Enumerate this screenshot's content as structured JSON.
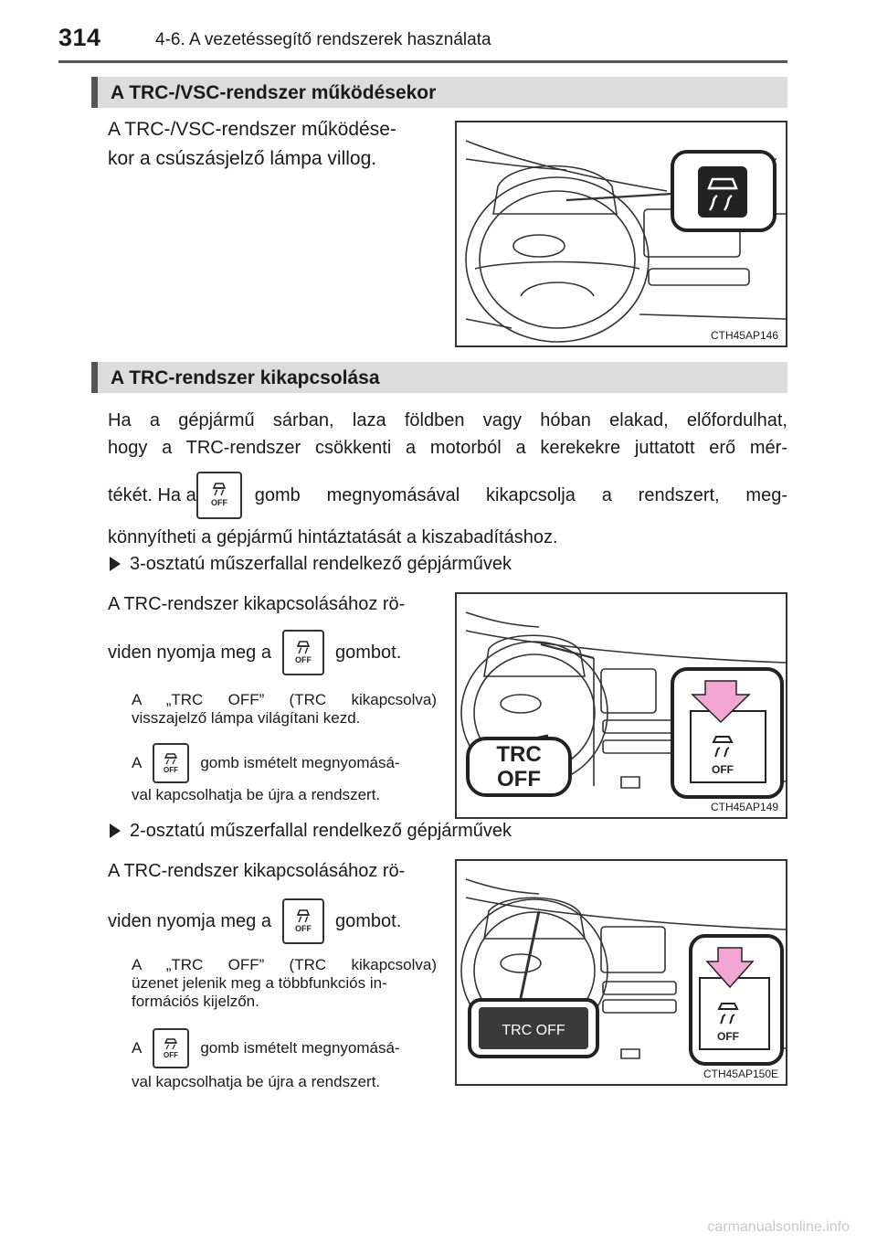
{
  "header": {
    "page_number": "314",
    "title": "4-6. A vezetéssegítő rendszerek használata"
  },
  "section1": {
    "heading": "A TRC-/VSC-rendszer működésekor",
    "text_line1": "A TRC-/VSC-rendszer működése-",
    "text_line2": "kor a csúszásjelző lámpa villog.",
    "figure_code": "CTH45AP146"
  },
  "section2": {
    "heading": "A TRC-rendszer kikapcsolása",
    "para_line1": "Ha a gépjármű sárban, laza földben vagy hóban elakad, előfordulhat,",
    "para_line2": "hogy a TRC-rendszer csökkenti a motorból a kerekekre juttatott erő mér-",
    "para_line3_a": "tékét. Ha a",
    "para_line3_b": "gomb megnyomásával kikapcsolja a rendszert, meg-",
    "para_line4": "könnyítheti a gépjármű hintáztatását a kiszabadításhoz.",
    "button_label": "OFF",
    "sub1": {
      "bullet": "3-osztatú műszerfallal rendelkező gépjárművek",
      "line1": "A TRC-rendszer kikapcsolásához rö-",
      "line2_a": "viden nyomja meg a",
      "line2_b": "gombot.",
      "note1_line1": "A „TRC OFF” (TRC kikapcsolva)",
      "note1_line2": "visszajelző lámpa világítani kezd.",
      "note2_a": "A",
      "note2_b": "gomb ismételt megnyomásá-",
      "note2_line2": "val kapcsolhatja be újra a rendszert.",
      "callout_line1": "TRC",
      "callout_line2": "OFF",
      "figure_code": "CTH45AP149"
    },
    "sub2": {
      "bullet": "2-osztatú műszerfallal rendelkező gépjárművek",
      "line1": "A TRC-rendszer kikapcsolásához rö-",
      "line2_a": "viden nyomja meg a",
      "line2_b": "gombot.",
      "note1_line1": "A „TRC OFF” (TRC kikapcsolva)",
      "note1_line2": "üzenet jelenik meg a többfunkciós in-",
      "note1_line3": "formációs kijelzőn.",
      "note2_a": "A",
      "note2_b": "gomb ismételt megnyomásá-",
      "note2_line2": "val kapcsolhatja be újra a rendszert.",
      "display_text": "TRC OFF",
      "figure_code": "CTH45AP150E"
    }
  },
  "footer": {
    "watermark": "carmanualsonline.info"
  },
  "colors": {
    "arrow_pink": "#f3a6d3",
    "section_bar": "#dcdcdc",
    "display_dark": "#3a3a3a"
  }
}
